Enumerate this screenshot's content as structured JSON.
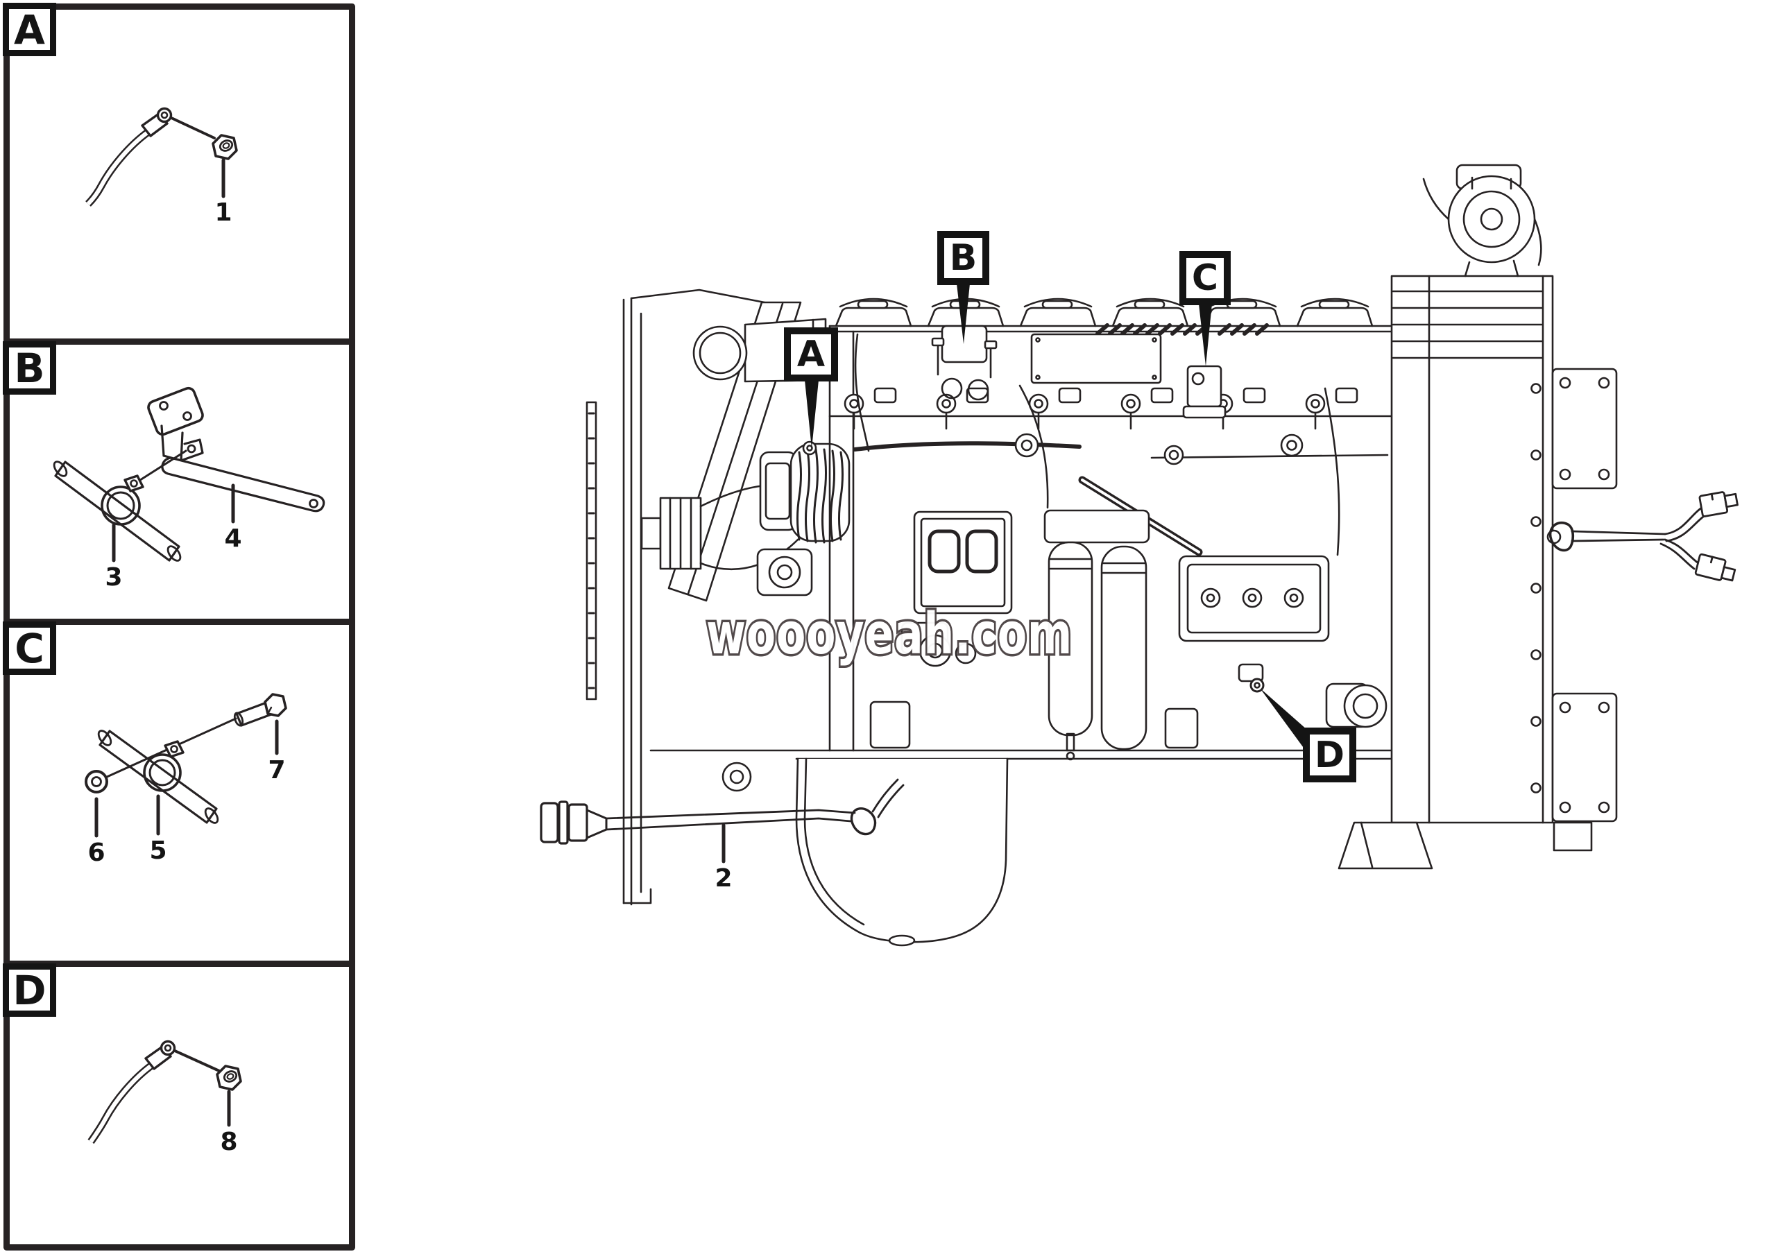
{
  "watermark": {
    "text": "woooyeah.com"
  },
  "panels": [
    {
      "letter": "A",
      "labels": {
        "l1": "1"
      }
    },
    {
      "letter": "B",
      "labels": {
        "l3": "3",
        "l4": "4"
      }
    },
    {
      "letter": "C",
      "labels": {
        "l5": "5",
        "l6": "6",
        "l7": "7"
      }
    },
    {
      "letter": "D",
      "labels": {
        "l8": "8"
      }
    }
  ],
  "engine": {
    "callouts": {
      "a": "A",
      "b": "B",
      "c": "C",
      "d": "D"
    },
    "labels": {
      "l2": "2"
    }
  },
  "colors": {
    "line": "#262223",
    "background": "#ffffff",
    "text": "#141414",
    "watermark_fill": "#ffffff",
    "watermark_outline": "#4a4243"
  }
}
